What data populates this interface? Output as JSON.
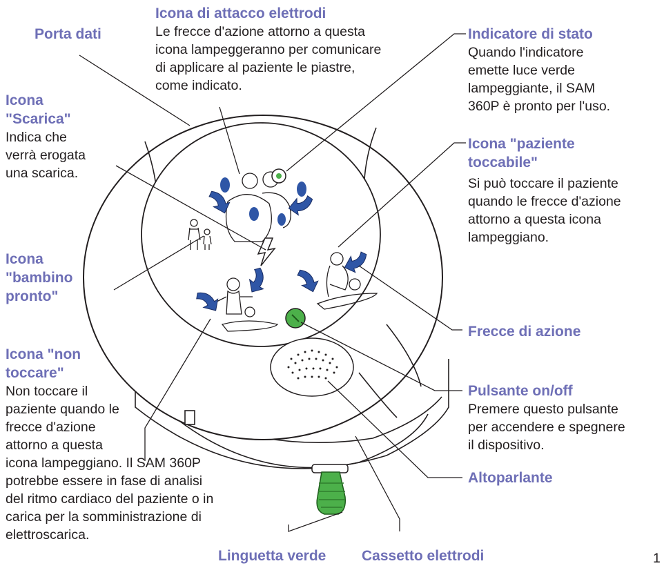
{
  "labels": {
    "porta_dati": {
      "title": "Porta dati"
    },
    "attacco_elettrodi": {
      "title": "Icona di attacco elettrodi",
      "desc": [
        "Le frecce d'azione attorno a questa",
        "icona lampeggeranno per comunicare",
        "di applicare al paziente le piastre,",
        "come indicato."
      ]
    },
    "indicatore_stato": {
      "title": "Indicatore di stato",
      "desc": [
        "Quando l'indicatore",
        "emette luce verde",
        "lampeggiante, il SAM",
        "360P è pronto per l'uso."
      ]
    },
    "scarica": {
      "title": [
        "Icona",
        "\"Scarica\""
      ],
      "desc": [
        "Indica che",
        "verrà erogata",
        "una scarica."
      ]
    },
    "paziente_toccabile": {
      "title": [
        "Icona \"paziente",
        "toccabile\""
      ],
      "desc": [
        "Si può toccare il paziente",
        "quando le frecce d'azione",
        "attorno a questa icona",
        "lampeggiano."
      ]
    },
    "bambino_pronto": {
      "title": [
        "Icona",
        "\"bambino",
        "pronto\""
      ]
    },
    "frecce_azione": {
      "title": "Frecce di azione"
    },
    "non_toccare": {
      "title": [
        "Icona \"non",
        "toccare\""
      ],
      "desc": [
        "Non toccare il",
        "paziente quando le",
        "frecce d'azione",
        "attorno a questa",
        "icona lampeggiano. Il SAM 360P",
        "potrebbe essere in fase di analisi",
        "del ritmo cardiaco del paziente o in",
        "carica per la somministrazione di",
        "elettroscarica."
      ]
    },
    "pulsante_onoff": {
      "title": "Pulsante on/off",
      "desc": [
        "Premere questo pulsante",
        "per accendere e spegnere",
        "il dispositivo."
      ]
    },
    "altoparlante": {
      "title": "Altoparlante"
    },
    "linguetta_verde": {
      "title": "Linguetta verde"
    },
    "cassetto_elettrodi": {
      "title": "Cassetto elettrodi"
    }
  },
  "page_number": "1",
  "icons": [
    "electrode-attach-icon",
    "status-indicator-icon",
    "shock-icon",
    "child-ready-icon",
    "patient-touchable-icon",
    "do-not-touch-icon",
    "on-off-button-icon",
    "speaker-icon",
    "action-arrow-icon",
    "green-tab-icon"
  ],
  "colors": {
    "label_title": "#6e6fb6",
    "arrow_blue": "#2f56a6",
    "button_green": "#4cb04a",
    "text": "#231f20"
  }
}
